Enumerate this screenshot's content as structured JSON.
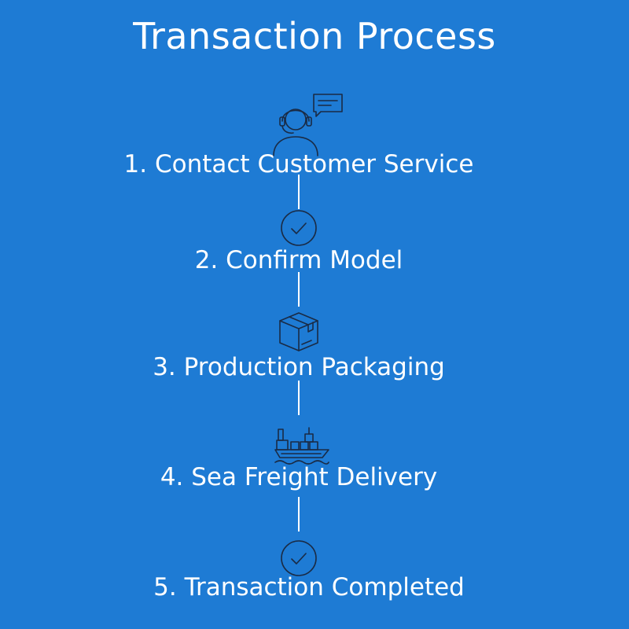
{
  "title": "Transaction Process",
  "steps": [
    {
      "label": "1. Contact Customer Service",
      "icon": "customer-service-headset-icon"
    },
    {
      "label": "2. Confirm Model",
      "icon": "check-circle-icon"
    },
    {
      "label": "3. Production Packaging",
      "icon": "package-box-icon"
    },
    {
      "label": "4. Sea Freight Delivery",
      "icon": "cargo-ship-icon"
    },
    {
      "label": "5. Transaction Completed",
      "icon": "check-circle-icon"
    }
  ],
  "colors": {
    "background": "#1e7bd4",
    "text": "#ffffff",
    "icon_line": "#1a2b45"
  }
}
